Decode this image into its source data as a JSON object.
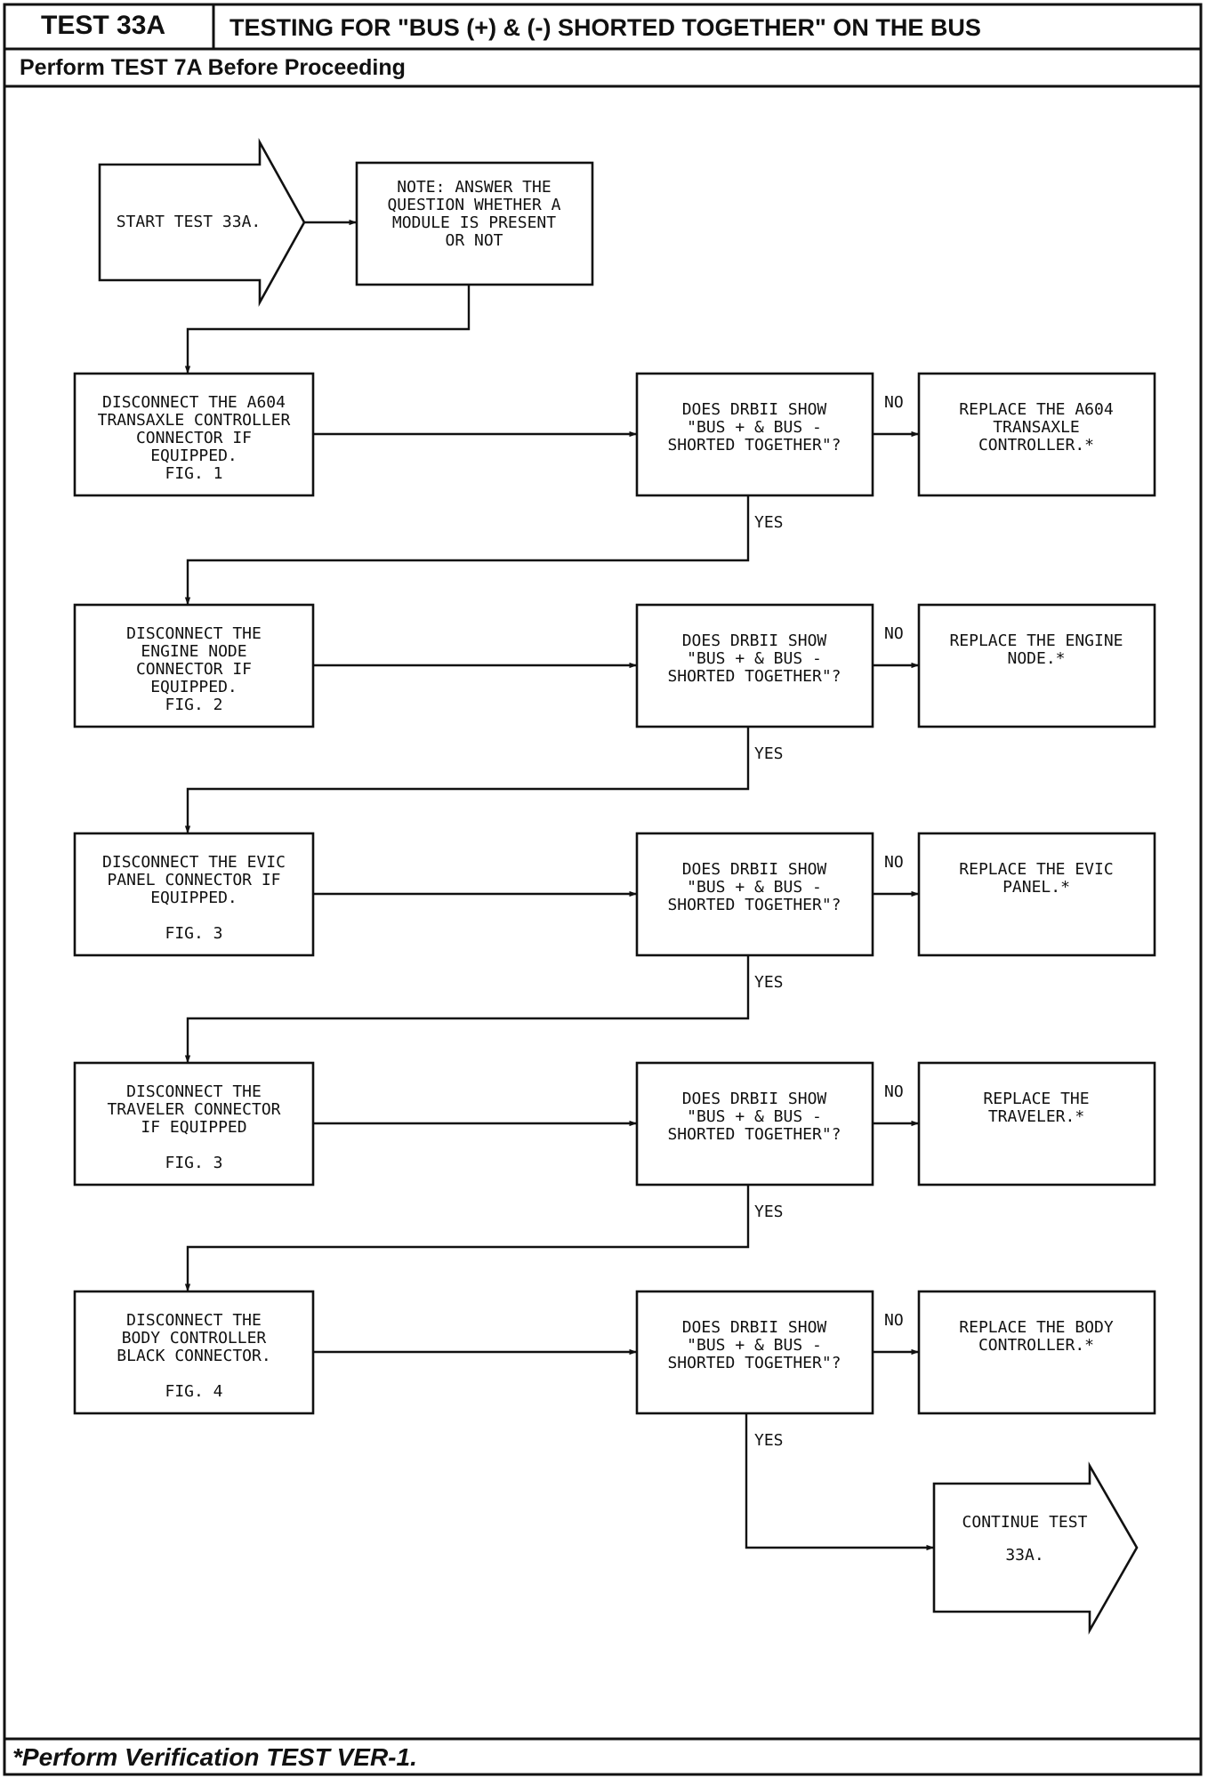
{
  "header": {
    "test_id": "TEST 33A",
    "title": "TESTING FOR \"BUS (+) & (-) SHORTED TOGETHER\" ON THE BUS",
    "prerequisite": "Perform TEST 7A Before Proceeding"
  },
  "start": {
    "lines": [
      "START TEST 33A."
    ]
  },
  "note": {
    "lines": [
      "NOTE: ANSWER THE",
      "QUESTION WHETHER A",
      "MODULE IS PRESENT",
      "OR NOT"
    ]
  },
  "steps": [
    {
      "action": [
        "DISCONNECT THE A604",
        "TRANSAXLE CONTROLLER",
        "CONNECTOR IF",
        "EQUIPPED.",
        "FIG. 1"
      ],
      "question": [
        "DOES DRBII SHOW",
        "\"BUS + & BUS -",
        "SHORTED TOGETHER\"?"
      ],
      "no_label": "NO",
      "result": [
        "REPLACE THE A604",
        "TRANSAXLE",
        "CONTROLLER.*"
      ],
      "yes_label": "YES"
    },
    {
      "action": [
        "DISCONNECT THE",
        "ENGINE NODE",
        "CONNECTOR IF",
        "EQUIPPED.",
        "FIG. 2"
      ],
      "question": [
        "DOES DRBII SHOW",
        "\"BUS + & BUS -",
        "SHORTED TOGETHER\"?"
      ],
      "no_label": "NO",
      "result": [
        "REPLACE THE ENGINE",
        "NODE.*"
      ],
      "yes_label": "YES"
    },
    {
      "action": [
        "DISCONNECT THE EVIC",
        "PANEL CONNECTOR IF",
        "EQUIPPED.",
        "",
        "FIG. 3"
      ],
      "question": [
        "DOES DRBII SHOW",
        "\"BUS + & BUS -",
        "SHORTED TOGETHER\"?"
      ],
      "no_label": "NO",
      "result": [
        "REPLACE THE EVIC",
        "PANEL.*"
      ],
      "yes_label": "YES"
    },
    {
      "action": [
        "DISCONNECT THE",
        "TRAVELER CONNECTOR",
        "IF EQUIPPED",
        "",
        "FIG. 3"
      ],
      "question": [
        "DOES DRBII SHOW",
        "\"BUS + & BUS -",
        "SHORTED TOGETHER\"?"
      ],
      "no_label": "NO",
      "result": [
        "REPLACE THE",
        "TRAVELER.*"
      ],
      "yes_label": "YES"
    },
    {
      "action": [
        "DISCONNECT THE",
        "BODY CONTROLLER",
        "BLACK CONNECTOR.",
        "",
        "FIG. 4"
      ],
      "question": [
        "DOES DRBII SHOW",
        "\"BUS + & BUS -",
        "SHORTED TOGETHER\"?"
      ],
      "no_label": "NO",
      "result": [
        "REPLACE THE BODY",
        "CONTROLLER.*"
      ],
      "yes_label": "YES"
    }
  ],
  "end": {
    "lines": [
      "CONTINUE TEST",
      "33A."
    ]
  },
  "footer": "*Perform Verification TEST VER-1."
}
